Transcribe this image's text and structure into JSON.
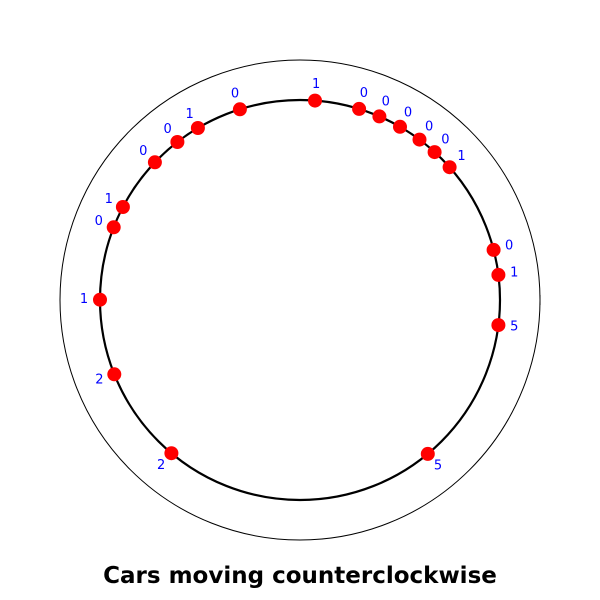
{
  "chart_data": {
    "type": "scatter",
    "projection": "polar",
    "title": "Cars moving counterclockwise",
    "xlabel": "",
    "ylabel": "",
    "grid": false,
    "unit_circle_radius": 1,
    "rlim": [
      0,
      1.2
    ],
    "marker_color": "#ff0000",
    "label_color": "#0000ff",
    "track_color": "#000000",
    "points": [
      {
        "angle_deg": 85.7,
        "label": "1"
      },
      {
        "angle_deg": 72.8,
        "label": "0"
      },
      {
        "angle_deg": 66.6,
        "label": "0"
      },
      {
        "angle_deg": 60.0,
        "label": "0"
      },
      {
        "angle_deg": 53.3,
        "label": "0"
      },
      {
        "angle_deg": 47.7,
        "label": "0"
      },
      {
        "angle_deg": 41.6,
        "label": "1"
      },
      {
        "angle_deg": 14.5,
        "label": "0"
      },
      {
        "angle_deg": 7.2,
        "label": "1"
      },
      {
        "angle_deg": -7.2,
        "label": "5"
      },
      {
        "angle_deg": -50.3,
        "label": "5"
      },
      {
        "angle_deg": 107.5,
        "label": "0"
      },
      {
        "angle_deg": 120.7,
        "label": "1"
      },
      {
        "angle_deg": 127.8,
        "label": "0"
      },
      {
        "angle_deg": 136.5,
        "label": "0"
      },
      {
        "angle_deg": 152.3,
        "label": "1"
      },
      {
        "angle_deg": 158.7,
        "label": "0"
      },
      {
        "angle_deg": 179.9,
        "label": "1"
      },
      {
        "angle_deg": 201.8,
        "label": "2"
      },
      {
        "angle_deg": 230.0,
        "label": "2"
      }
    ]
  }
}
